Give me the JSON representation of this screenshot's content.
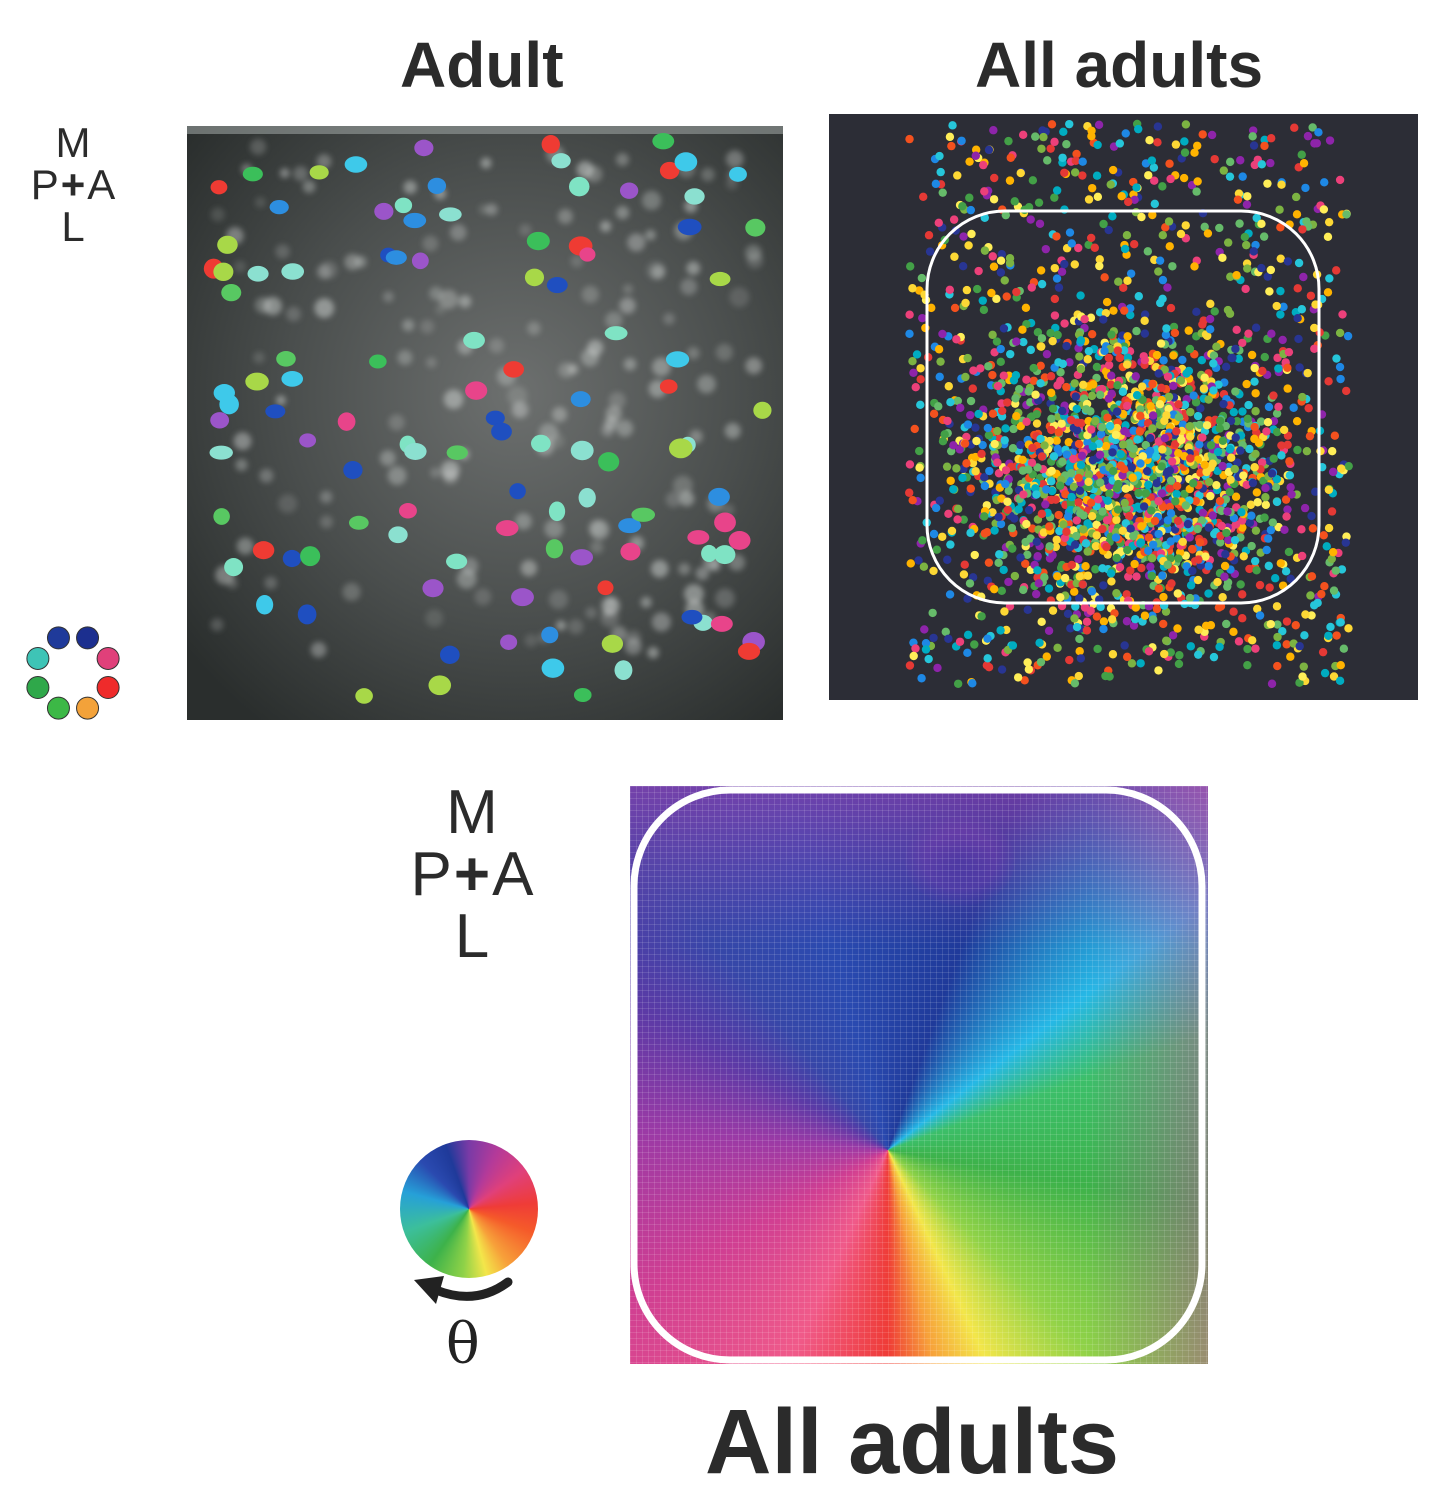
{
  "titles": {
    "adult": "Adult",
    "all_adults_top": "All adults",
    "all_adults_bottom": "All adults"
  },
  "compass": {
    "top": "M",
    "left": "P",
    "right": "A",
    "bottom": "L",
    "center": "+"
  },
  "wheel": {
    "theta_label": "θ"
  },
  "direction_colors": [
    "#1f3a9a",
    "#1c2f8f",
    "#e0407a",
    "#ef2b2b",
    "#f3a23a",
    "#3cb846",
    "#2fa84a",
    "#3ec4b6"
  ],
  "palette": {
    "background_dark": "#2c2d36",
    "outline": "#ffffff",
    "dots": [
      "#e53935",
      "#f4511e",
      "#fdd835",
      "#ffb300",
      "#43a047",
      "#7cb342",
      "#26c6da",
      "#1e88e5",
      "#283593",
      "#8e24aa",
      "#ec407a",
      "#00acc1",
      "#66bb6a",
      "#ffee58"
    ]
  },
  "icons": [
    "compass-icon",
    "direction-dot-wheel-icon",
    "color-wheel-icon",
    "rotation-arrow-icon"
  ]
}
